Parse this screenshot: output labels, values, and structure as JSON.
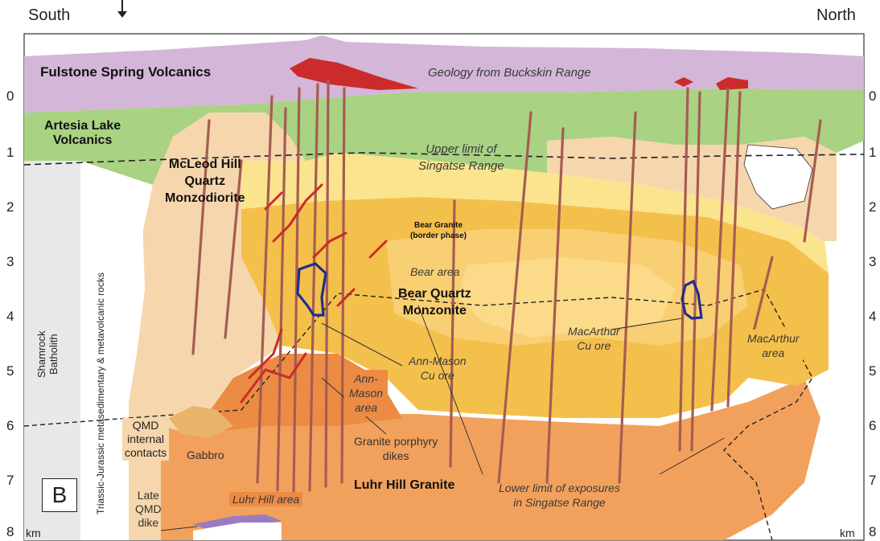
{
  "header": {
    "south": "South",
    "north": "North"
  },
  "axis": {
    "unit": "km",
    "ticks": [
      "0",
      "1",
      "2",
      "3",
      "4",
      "5",
      "6",
      "7",
      "8"
    ]
  },
  "panel": "B",
  "units": {
    "fulstone": "Fulstone Spring Volcanics",
    "artesia": [
      "Artesia Lake",
      "Volcanics"
    ],
    "mcleod": [
      "McLeod Hill",
      "Quartz",
      "Monzodiorite"
    ],
    "bear_border": [
      "Bear Granite",
      "(border phase)"
    ],
    "bear_qm": [
      "Bear Quartz",
      "Monzonite"
    ],
    "luhr": "Luhr Hill Granite",
    "shamrock": [
      "Shamrock",
      "Batholith"
    ],
    "triassic": "Triassic-Jurassic metasedimentary & metavolcanic rocks",
    "gabbro": "Gabbro"
  },
  "italic_labels": {
    "buckskin": "Geology from Buckskin Range",
    "upper_limit": [
      "Upper limit of",
      "Singatse Range"
    ],
    "bear_area": "Bear area",
    "ann_mason_area": [
      "Ann-",
      "Mason",
      "area"
    ],
    "ann_mason_ore": [
      "Ann-Mason",
      "Cu ore"
    ],
    "macarthur_ore": [
      "MacArthur",
      "Cu ore"
    ],
    "macarthur_area": [
      "MacArthur",
      "area"
    ],
    "luhr_area": "Luhr Hill area",
    "lower_limit": [
      "Lower limit of exposures",
      "in Singatse Range"
    ]
  },
  "plain_labels": {
    "qmd": [
      "QMD",
      "internal",
      "contacts"
    ],
    "granite_dikes": [
      "Granite porphyry",
      "dikes"
    ],
    "late_qmd": [
      "Late",
      "QMD",
      "dike"
    ]
  },
  "colors": {
    "purple": "#d3b6d8",
    "green": "#a9d283",
    "tan": "#f6d6ac",
    "yellow_pale": "#fbe48e",
    "bear_gold": "#f4c04c",
    "deep_orange": "#ec8b44",
    "luhr_orange": "#f2a15c",
    "red": "#cc2b2b",
    "dike_brown": "#a65c52",
    "ore_blue": "#1f2f8f",
    "shamrock_grey": "#e8e8e8"
  }
}
